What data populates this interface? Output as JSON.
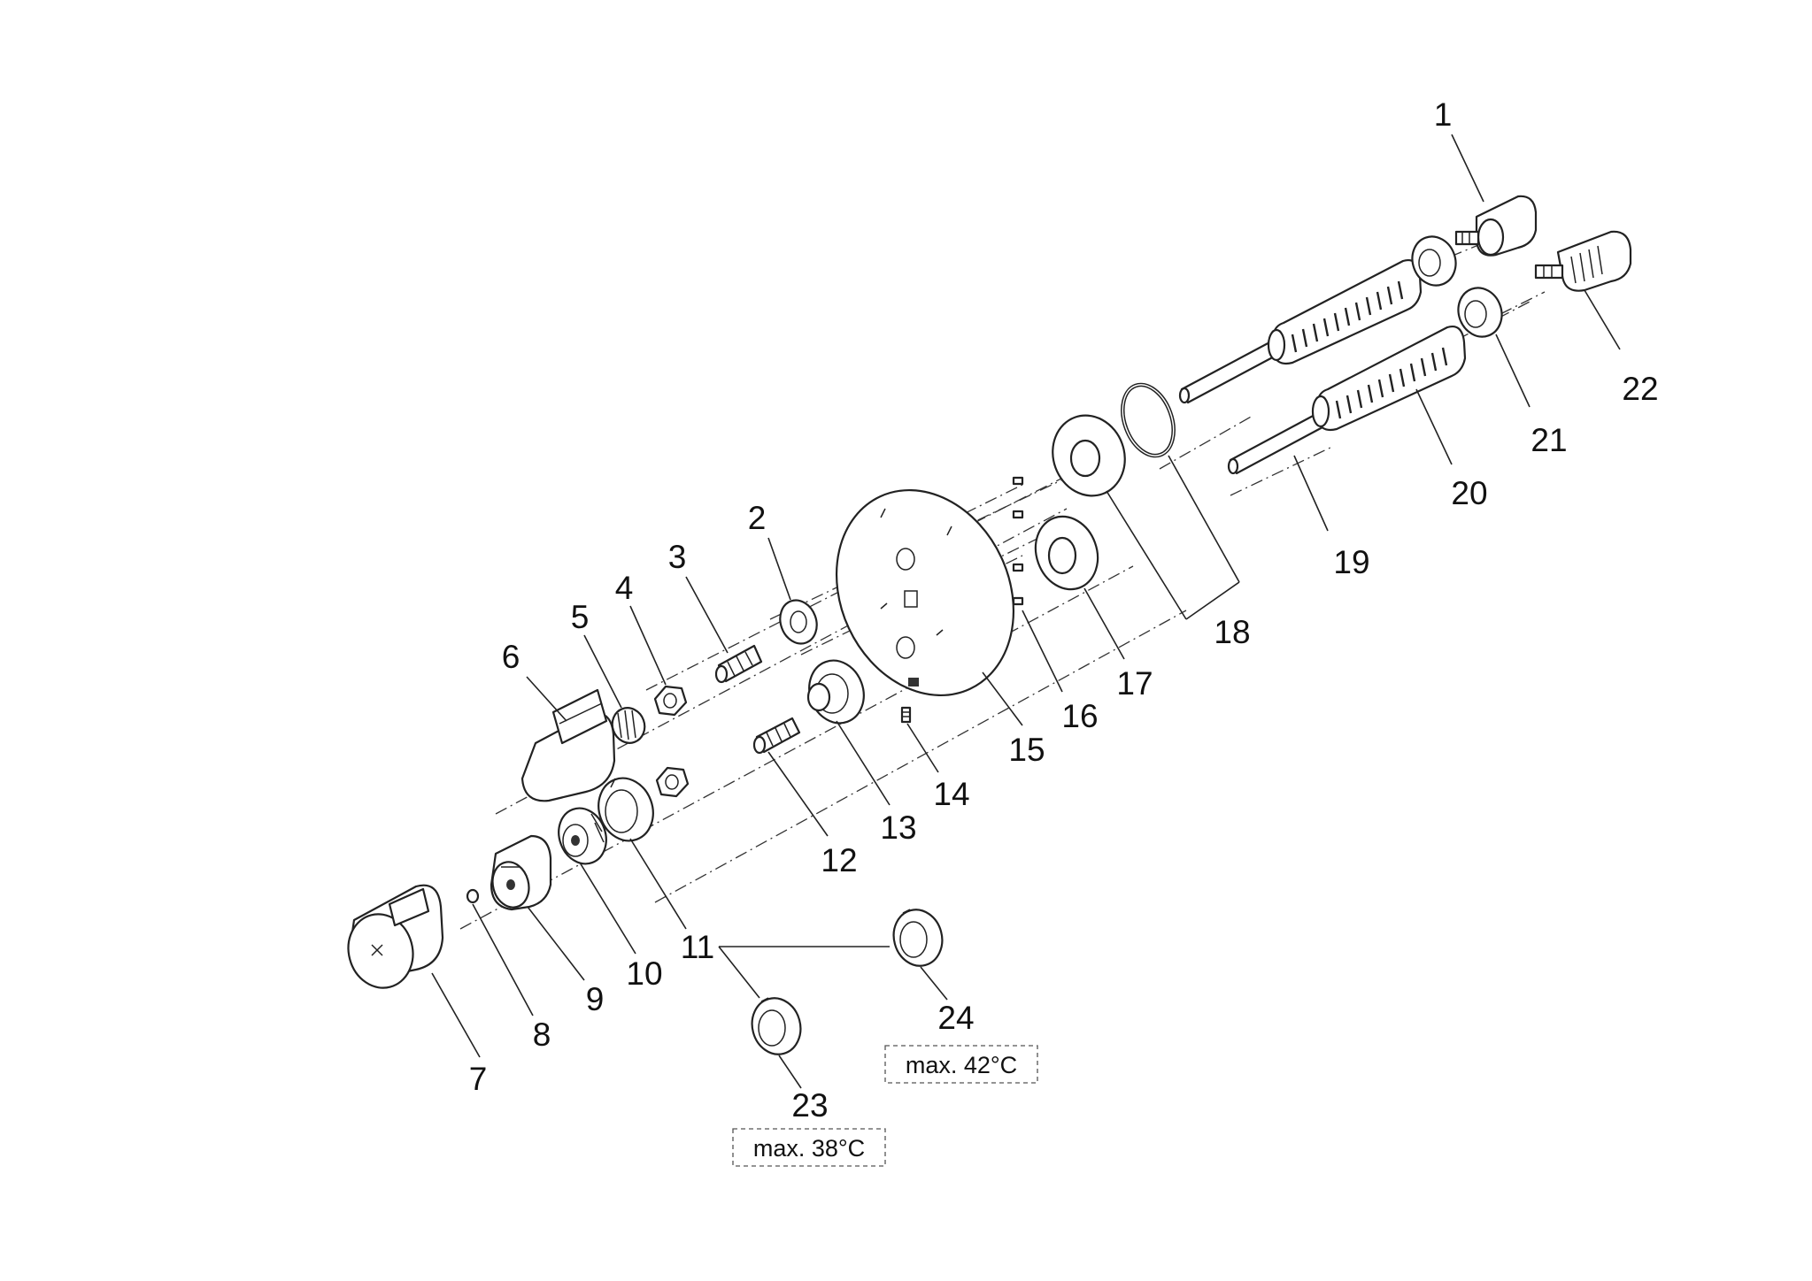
{
  "callouts": [
    "1",
    "2",
    "3",
    "4",
    "5",
    "6",
    "7",
    "8",
    "9",
    "10",
    "11",
    "12",
    "13",
    "14",
    "15",
    "16",
    "17",
    "18",
    "19",
    "20",
    "21",
    "22",
    "23",
    "24"
  ],
  "notes": {
    "part23": "max. 38°C",
    "part24": "max. 42°C"
  },
  "colors": {
    "line": "#222222",
    "background": "#ffffff"
  }
}
